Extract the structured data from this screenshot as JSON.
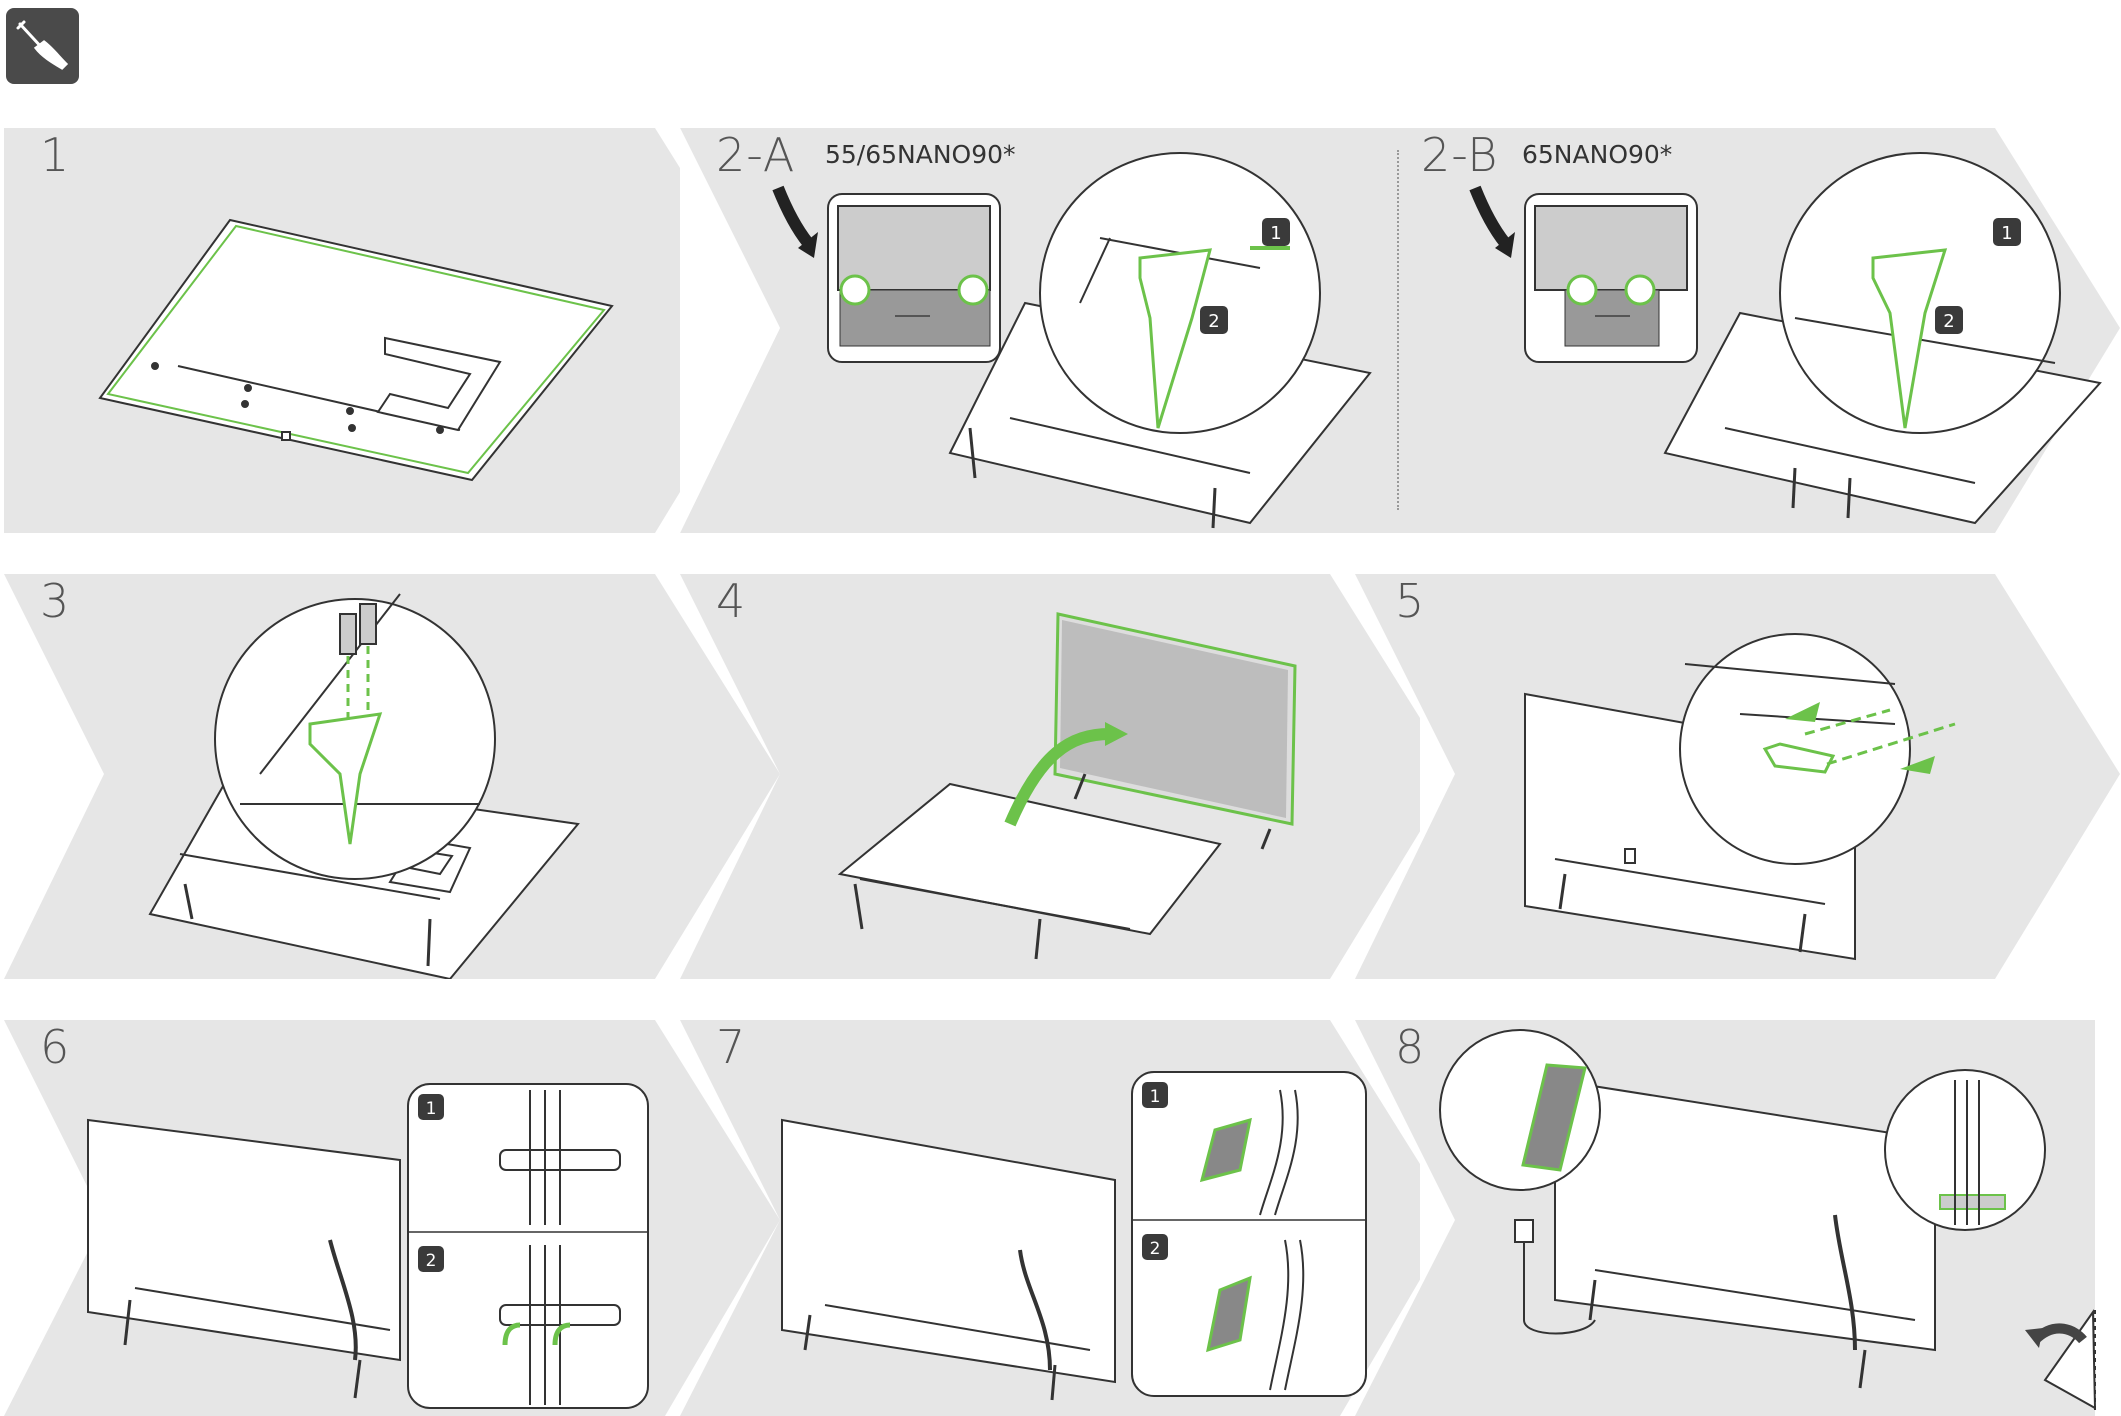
{
  "colors": {
    "accent": "#6cc24a",
    "panel": "#e6e6e6",
    "line": "#333333",
    "badge": "#3a3a3a"
  },
  "tool_icon": "screwdriver-icon",
  "steps": {
    "s1": {
      "number": "1"
    },
    "s2a": {
      "number": "2-A",
      "model": "55/65NANO90*",
      "badge1": "1",
      "badge2": "2"
    },
    "s2b": {
      "number": "2-B",
      "model": "65NANO90*",
      "badge1": "1",
      "badge2": "2"
    },
    "s3": {
      "number": "3"
    },
    "s4": {
      "number": "4"
    },
    "s5": {
      "number": "5"
    },
    "s6": {
      "number": "6",
      "badge1": "1",
      "badge2": "2"
    },
    "s7": {
      "number": "7",
      "badge1": "1",
      "badge2": "2"
    },
    "s8": {
      "number": "8"
    }
  },
  "page_turn_icon": "page-turn-arrow-icon"
}
